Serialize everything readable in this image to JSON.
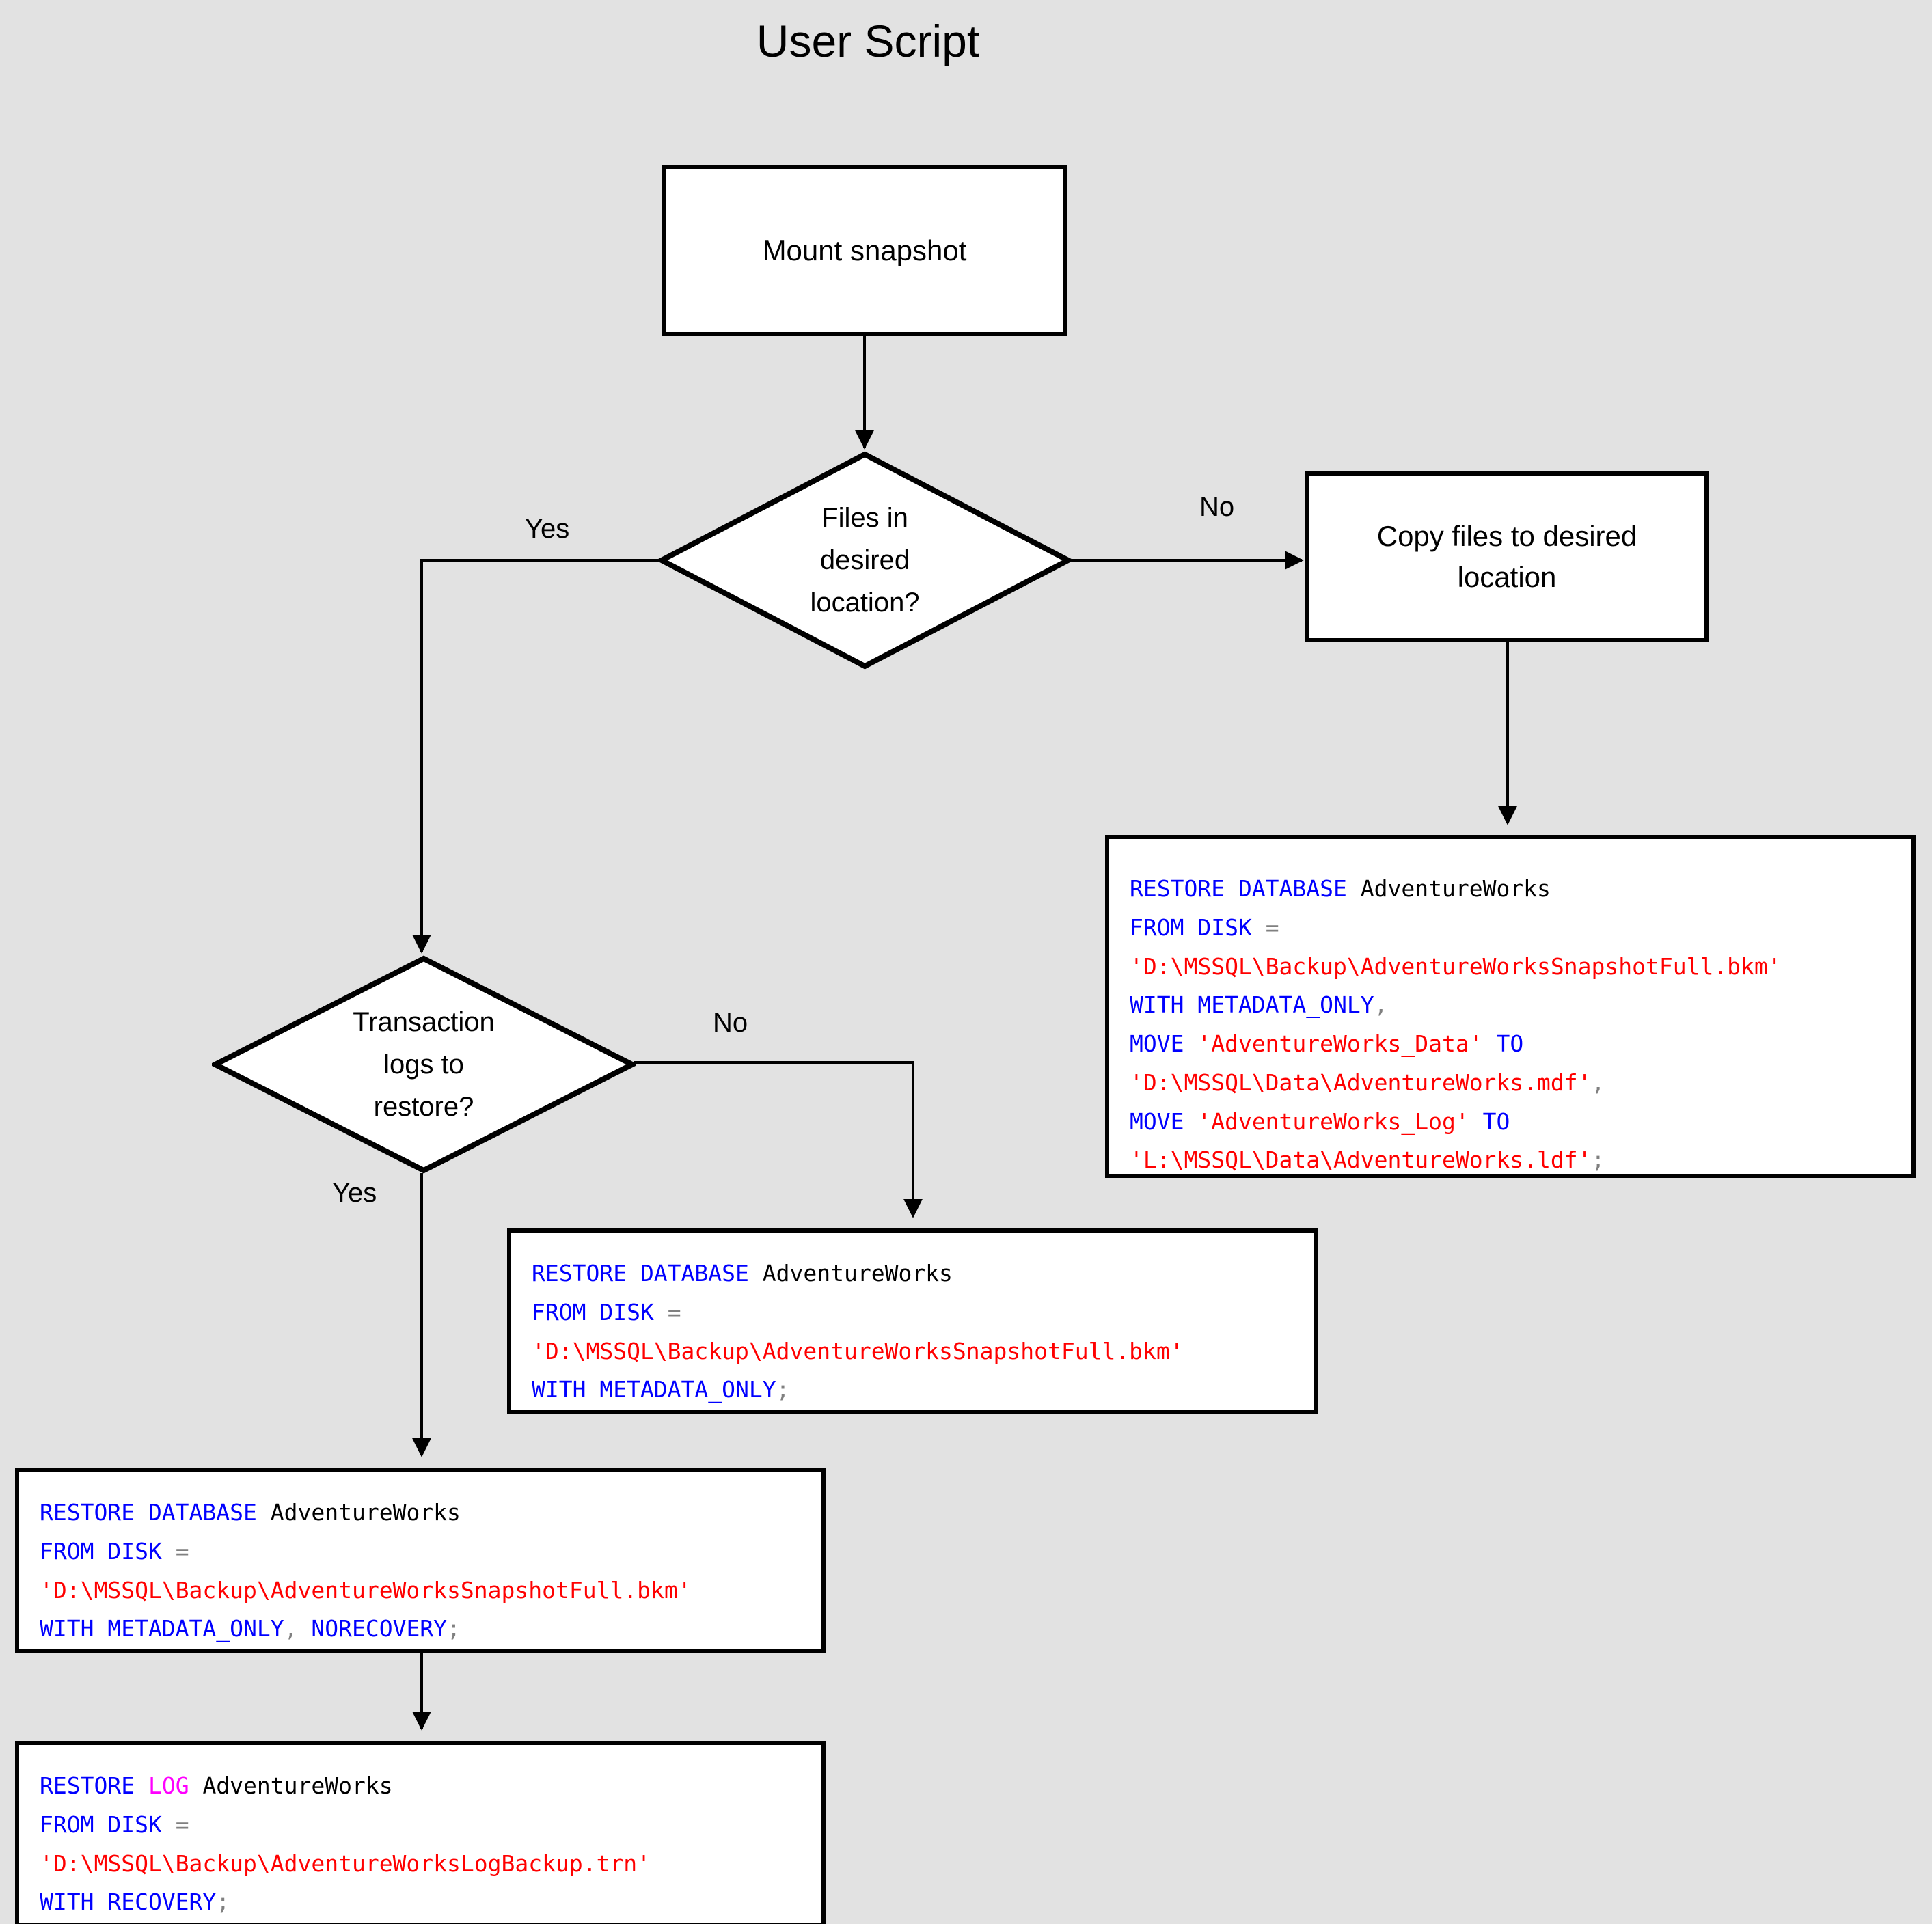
{
  "title": "User Script",
  "colors": {
    "background": "#e2e2e2",
    "box_fill": "#ffffff",
    "box_stroke": "#000000",
    "keyword": "#0000ff",
    "string": "#ff0000",
    "identifier": "#000000",
    "operator": "#808080",
    "log_keyword": "#ff00ff"
  },
  "nodes": {
    "mount_snapshot": {
      "label": "Mount snapshot",
      "type": "process"
    },
    "files_decision": {
      "label": "Files in\ndesired\nlocation?",
      "type": "decision"
    },
    "copy_files": {
      "label": "Copy files to desired\nlocation",
      "type": "process"
    },
    "logs_decision": {
      "label": "Transaction\nlogs to\nrestore?",
      "type": "decision"
    }
  },
  "edge_labels": {
    "files_yes": "Yes",
    "files_no": "No",
    "logs_no": "No",
    "logs_yes": "Yes"
  },
  "code_blocks": {
    "restore_with_move": {
      "name": "restore-database-with-move",
      "lines": [
        [
          {
            "t": "RESTORE DATABASE ",
            "c": "kw"
          },
          {
            "t": "AdventureWorks",
            "c": "id"
          }
        ],
        [
          {
            "t": "FROM DISK ",
            "c": "kw"
          },
          {
            "t": "=",
            "c": "op"
          }
        ],
        [
          {
            "t": "'D:\\MSSQL\\Backup\\AdventureWorksSnapshotFull.bkm'",
            "c": "str"
          }
        ],
        [
          {
            "t": "WITH METADATA_ONLY",
            "c": "kw"
          },
          {
            "t": ",",
            "c": "op"
          }
        ],
        [
          {
            "t": "MOVE ",
            "c": "kw"
          },
          {
            "t": "'AdventureWorks_Data'",
            "c": "str"
          },
          {
            "t": " TO",
            "c": "kw"
          }
        ],
        [
          {
            "t": "'D:\\MSSQL\\Data\\AdventureWorks.mdf'",
            "c": "str"
          },
          {
            "t": ",",
            "c": "op"
          }
        ],
        [
          {
            "t": "MOVE ",
            "c": "kw"
          },
          {
            "t": "'AdventureWorks_Log'",
            "c": "str"
          },
          {
            "t": " TO",
            "c": "kw"
          }
        ],
        [
          {
            "t": "'L:\\MSSQL\\Data\\AdventureWorks.ldf'",
            "c": "str"
          },
          {
            "t": ";",
            "c": "op"
          }
        ]
      ],
      "plain": "RESTORE DATABASE AdventureWorks\nFROM DISK =\n'D:\\MSSQL\\Backup\\AdventureWorksSnapshotFull.bkm'\nWITH METADATA_ONLY,\nMOVE 'AdventureWorks_Data' TO\n'D:\\MSSQL\\Data\\AdventureWorks.mdf',\nMOVE 'AdventureWorks_Log' TO\n'L:\\MSSQL\\Data\\AdventureWorks.ldf';"
    },
    "restore_metadata_only": {
      "name": "restore-database-metadata-only",
      "lines": [
        [
          {
            "t": "RESTORE DATABASE ",
            "c": "kw"
          },
          {
            "t": "AdventureWorks",
            "c": "id"
          }
        ],
        [
          {
            "t": "FROM DISK ",
            "c": "kw"
          },
          {
            "t": "=",
            "c": "op"
          }
        ],
        [
          {
            "t": "'D:\\MSSQL\\Backup\\AdventureWorksSnapshotFull.bkm'",
            "c": "str"
          }
        ],
        [
          {
            "t": "WITH METADATA_ONLY",
            "c": "kw"
          },
          {
            "t": ";",
            "c": "op"
          }
        ]
      ],
      "plain": "RESTORE DATABASE AdventureWorks\nFROM DISK =\n'D:\\MSSQL\\Backup\\AdventureWorksSnapshotFull.bkm'\nWITH METADATA_ONLY;"
    },
    "restore_norecovery": {
      "name": "restore-database-norecovery",
      "lines": [
        [
          {
            "t": "RESTORE DATABASE ",
            "c": "kw"
          },
          {
            "t": "AdventureWorks",
            "c": "id"
          }
        ],
        [
          {
            "t": "FROM DISK ",
            "c": "kw"
          },
          {
            "t": "=",
            "c": "op"
          }
        ],
        [
          {
            "t": "'D:\\MSSQL\\Backup\\AdventureWorksSnapshotFull.bkm'",
            "c": "str"
          }
        ],
        [
          {
            "t": "WITH METADATA_ONLY",
            "c": "kw"
          },
          {
            "t": ",",
            "c": "op"
          },
          {
            "t": " NORECOVERY",
            "c": "kw"
          },
          {
            "t": ";",
            "c": "op"
          }
        ]
      ],
      "plain": "RESTORE DATABASE AdventureWorks\nFROM DISK =\n'D:\\MSSQL\\Backup\\AdventureWorksSnapshotFull.bkm'\nWITH METADATA_ONLY, NORECOVERY;"
    },
    "restore_log": {
      "name": "restore-log-recovery",
      "lines": [
        [
          {
            "t": "RESTORE ",
            "c": "kw"
          },
          {
            "t": "LOG",
            "c": "log"
          },
          {
            "t": " ",
            "c": "id"
          },
          {
            "t": "AdventureWorks",
            "c": "id"
          }
        ],
        [
          {
            "t": "FROM DISK ",
            "c": "kw"
          },
          {
            "t": "=",
            "c": "op"
          }
        ],
        [
          {
            "t": "'D:\\MSSQL\\Backup\\AdventureWorksLogBackup.trn'",
            "c": "str"
          }
        ],
        [
          {
            "t": "WITH RECOVERY",
            "c": "kw"
          },
          {
            "t": ";",
            "c": "op"
          }
        ]
      ],
      "plain": "RESTORE LOG AdventureWorks\nFROM DISK =\n'D:\\MSSQL\\Backup\\AdventureWorksLogBackup.trn'\nWITH RECOVERY;"
    }
  }
}
